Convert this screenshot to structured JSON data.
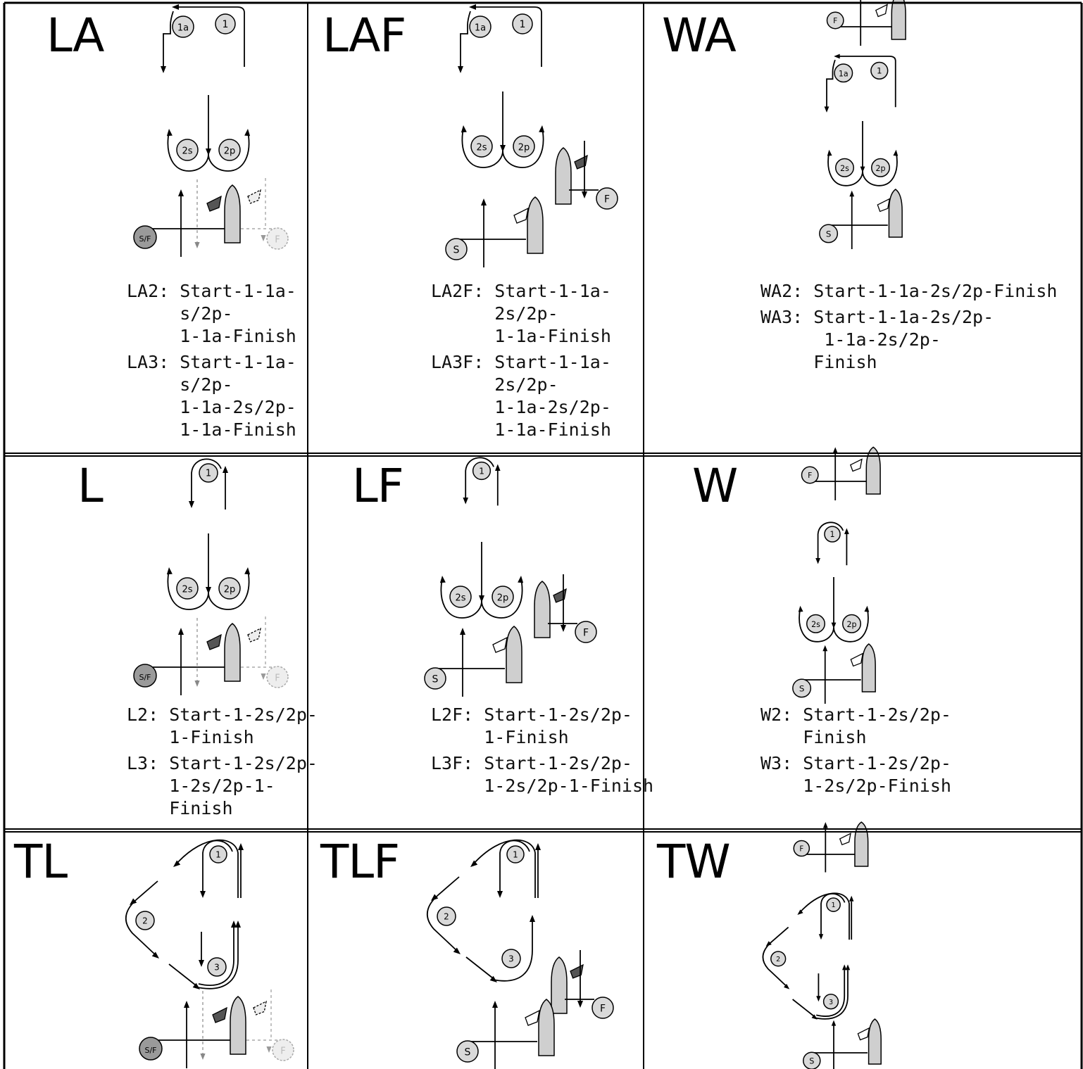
{
  "cells": [
    {
      "code": "LA",
      "fig": "LA",
      "lines": [
        "LA2: Start-1-1a-\n     s/2p-\n     1-1a-Finish",
        "LA3: Start-1-1a-\n     s/2p-\n     1-1a-2s/2p-\n     1-1a-Finish"
      ]
    },
    {
      "code": "LAF",
      "fig": "LAF",
      "lines": [
        "LA2F: Start-1-1a-\n      2s/2p-\n      1-1a-Finish",
        "LA3F: Start-1-1a-\n      2s/2p-\n      1-1a-2s/2p-\n      1-1a-Finish"
      ]
    },
    {
      "code": "WA",
      "fig": "WA",
      "lines": [
        "WA2: Start-1-1a-2s/2p-Finish",
        "WA3: Start-1-1a-2s/2p-\n      1-1a-2s/2p-\n     Finish"
      ]
    },
    {
      "code": "L",
      "fig": "L",
      "lines": [
        "L2: Start-1-2s/2p-\n    1-Finish",
        "L3: Start-1-2s/2p-\n    1-2s/2p-1-\n    Finish"
      ]
    },
    {
      "code": "LF",
      "fig": "LF",
      "lines": [
        "L2F: Start-1-2s/2p-\n     1-Finish",
        "L3F: Start-1-2s/2p-\n     1-2s/2p-1-Finish"
      ]
    },
    {
      "code": "W",
      "fig": "W",
      "lines": [
        "W2: Start-1-2s/2p-\n    Finish",
        "W3: Start-1-2s/2p-\n    1-2s/2p-Finish"
      ]
    },
    {
      "code": "TL",
      "fig": "TL",
      "lines": []
    },
    {
      "code": "TLF",
      "fig": "TLF",
      "lines": []
    },
    {
      "code": "TW",
      "fig": "TW",
      "lines": []
    }
  ],
  "marks": {
    "m1": "1",
    "m1a": "1a",
    "m2s": "2s",
    "m2p": "2p",
    "m2": "2",
    "m3": "3",
    "start": "S",
    "finish": "F",
    "startfinish": "S/F"
  },
  "colors": {
    "mark_fill": "#d9d9d9",
    "boat_fill": "#cfcfcf",
    "flag_dark": "#555555",
    "faded": "#bdbdbd",
    "line": "#000000",
    "border": "#000000"
  }
}
